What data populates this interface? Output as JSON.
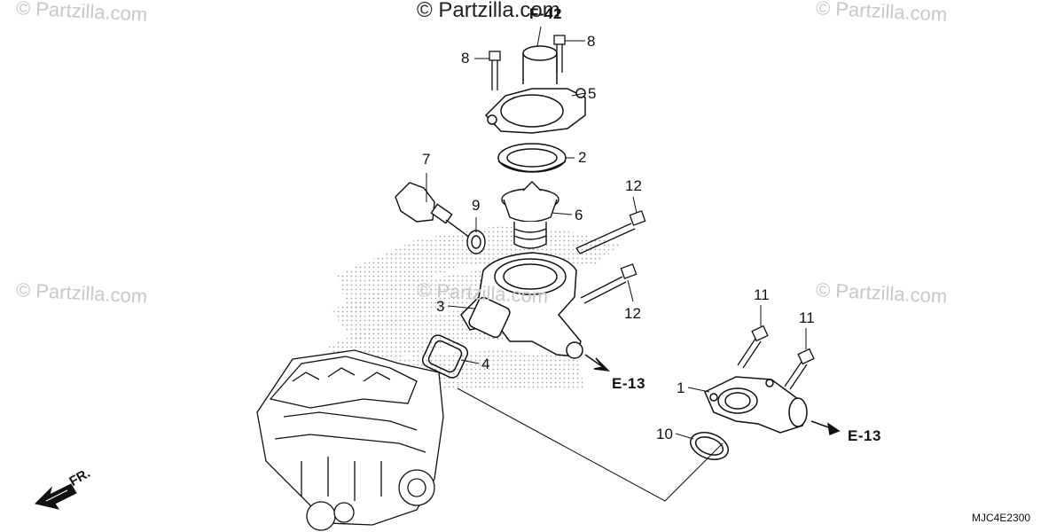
{
  "watermarks": {
    "top_center": "© Partzilla.com",
    "repeat": "© Partzilla.com"
  },
  "callouts": {
    "c1": "1",
    "c2": "2",
    "c3": "3",
    "c4": "4",
    "c5": "5",
    "c6": "6",
    "c7": "7",
    "c8a": "8",
    "c8b": "8",
    "c9": "9",
    "c10": "10",
    "c11a": "11",
    "c11b": "11",
    "c12a": "12",
    "c12b": "12"
  },
  "references": {
    "f42": "F-42",
    "e13a": "E-13",
    "e13b": "E-13"
  },
  "diagram_code": "MJC4E2300",
  "front_label": "FR.",
  "colors": {
    "line": "#111111",
    "watermark": "#c8c8c8",
    "stipple": "#9a9a9a"
  }
}
